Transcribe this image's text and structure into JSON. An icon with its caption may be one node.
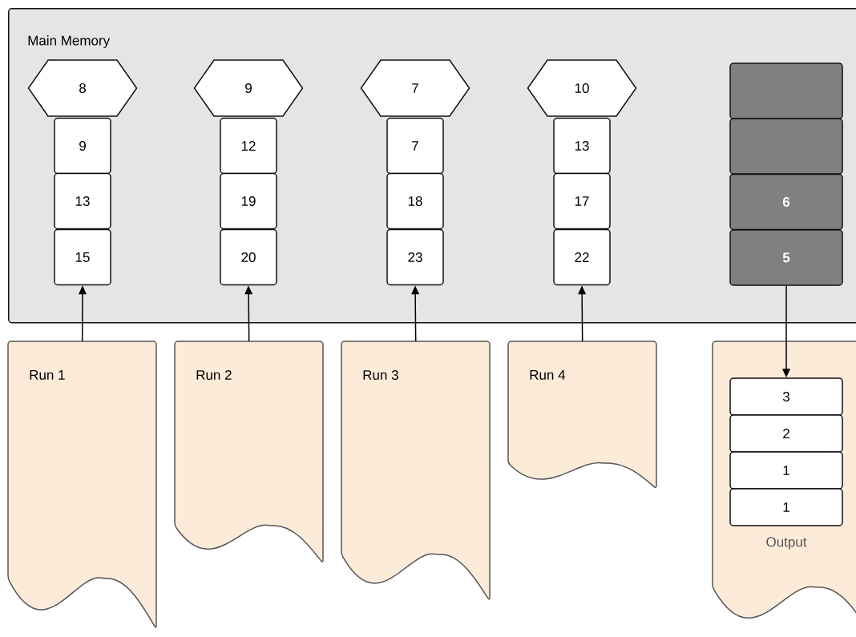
{
  "diagram": {
    "nodes": [
      {
        "text": [
          "Main Memory"
        ]
      },
      {
        "text": [
          "8"
        ],
        "in": 0
      },
      {
        "text": [
          "9"
        ],
        "in": 0
      },
      {
        "text": [
          "13"
        ],
        "in": 0
      },
      {
        "text": [
          "15"
        ],
        "in": 0
      },
      {
        "text": [
          "9"
        ],
        "in": 0
      },
      {
        "text": [
          "12"
        ],
        "in": 0
      },
      {
        "text": [
          "19"
        ],
        "in": 0
      },
      {
        "text": [
          "20"
        ],
        "in": 0
      },
      {
        "text": [
          "7"
        ],
        "in": 0
      },
      {
        "text": [
          "7"
        ],
        "in": 0
      },
      {
        "text": [
          "18"
        ],
        "in": 0
      },
      {
        "text": [
          "23"
        ],
        "in": 0
      },
      {
        "text": [
          "10"
        ],
        "in": 0
      },
      {
        "text": [
          "13"
        ],
        "in": 0
      },
      {
        "text": [
          "17"
        ],
        "in": 0
      },
      {
        "text": [
          "22"
        ],
        "in": 0
      },
      {
        "text": [],
        "shape": "box",
        "in": 0
      },
      {
        "text": [],
        "shape": "box",
        "in": 0
      },
      {
        "text": [
          "6"
        ],
        "in": 0
      },
      {
        "text": [
          "5"
        ],
        "in": 0
      },
      {
        "text": [
          "Run 1"
        ]
      },
      {
        "text": [
          "Run 2"
        ]
      },
      {
        "text": [
          "Run 3"
        ]
      },
      {
        "text": [
          "Run 4"
        ]
      },
      {
        "text": [
          "Output"
        ]
      },
      {
        "text": [
          "3"
        ],
        "in": 25
      },
      {
        "text": [
          "2"
        ],
        "in": 25
      },
      {
        "text": [
          "1"
        ],
        "in": 25
      },
      {
        "text": [
          "1"
        ],
        "in": 25
      }
    ],
    "edges": [
      {
        "from": 21,
        "to": 4,
        "arrow": "to"
      },
      {
        "from": 22,
        "to": 8,
        "arrow": "to"
      },
      {
        "from": 23,
        "to": 12,
        "arrow": "to"
      },
      {
        "from": 24,
        "to": 16,
        "arrow": "to"
      },
      {
        "from": 20,
        "to": 26,
        "arrow": "to"
      }
    ]
  }
}
